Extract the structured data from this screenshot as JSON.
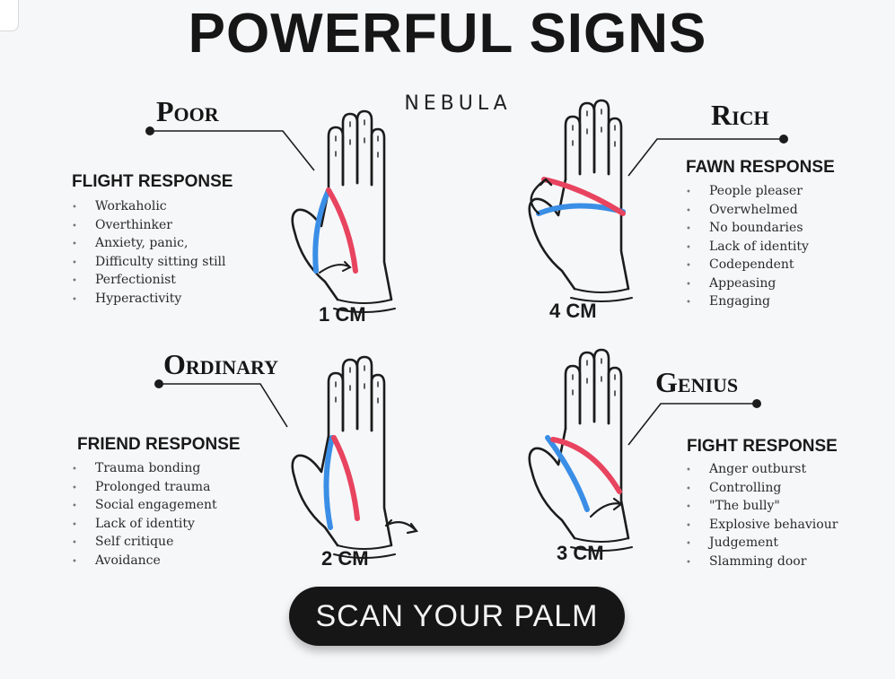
{
  "title": "POWERFUL SIGNS",
  "brand": "NEBULA",
  "colors": {
    "heart_line": "#e8445f",
    "head_line": "#3a8ee6",
    "ink": "#1c1c1c"
  },
  "panels": [
    {
      "category": "Poor",
      "response": "FLIGHT RESPONSE",
      "traits": [
        "Workaholic",
        "Overthinker",
        "Anxiety, panic,",
        "Difficulty sitting still",
        "Perfectionist",
        "Hyperactivity"
      ],
      "distance": "1 CM"
    },
    {
      "category": "Rich",
      "response": "FAWN RESPONSE",
      "traits": [
        "People pleaser",
        "Overwhelmed",
        "No boundaries",
        "Lack of identity",
        "Codependent",
        "Appeasing",
        "Engaging"
      ],
      "distance": "4 CM"
    },
    {
      "category": "Ordinary",
      "response": "FRIEND RESPONSE",
      "traits": [
        "Trauma bonding",
        "Prolonged trauma",
        "Social engagement",
        "Lack of identity",
        "Self critique",
        "Avoidance"
      ],
      "distance": "2 CM"
    },
    {
      "category": "Genius",
      "response": "FIGHT RESPONSE",
      "traits": [
        "Anger outburst",
        "Controlling",
        "\"The bully\"",
        "Explosive behaviour",
        "Judgement",
        "Slamming door"
      ],
      "distance": "3 CM"
    }
  ],
  "cta": {
    "label": "SCAN YOUR PALM"
  }
}
